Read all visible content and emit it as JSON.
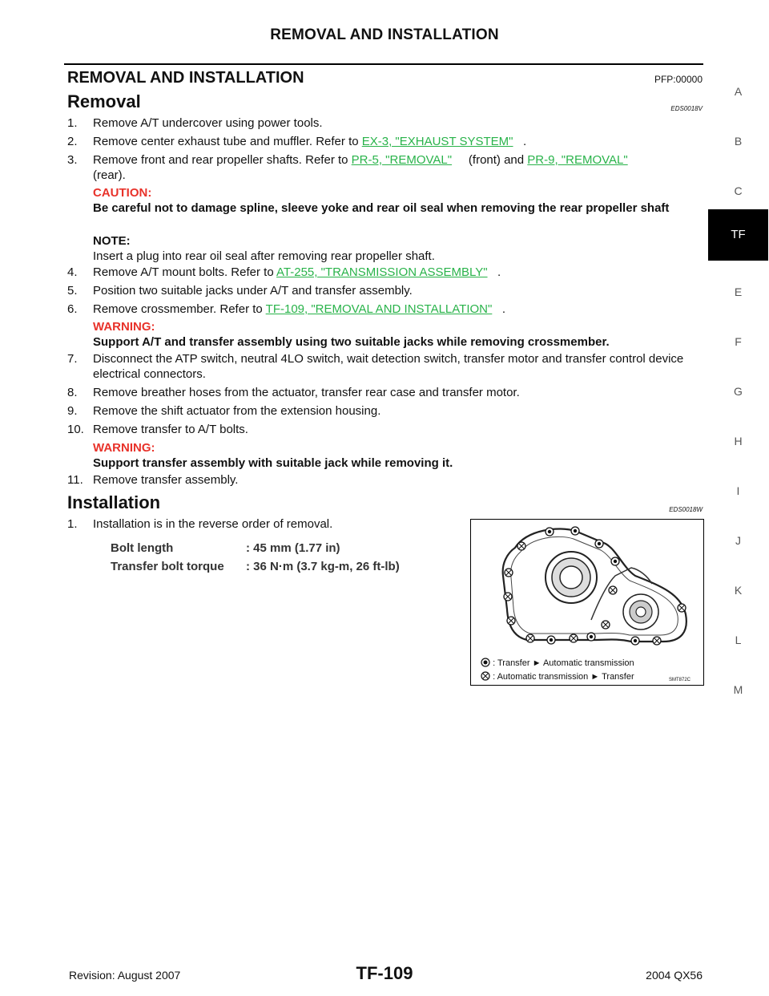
{
  "header": {
    "title": "REMOVAL AND INSTALLATION"
  },
  "section": {
    "title": "REMOVAL AND INSTALLATION",
    "pfp": "PFP:00000"
  },
  "removal": {
    "title": "Removal",
    "code": "EDS0018V",
    "steps": [
      {
        "num": "1.",
        "text": "Remove A/T undercover using power tools."
      },
      {
        "num": "2.",
        "text": "Remove center exhaust tube and muffler. Refer to",
        "link": "EX-3, \"EXHAUST SYSTEM\"",
        "after": "."
      },
      {
        "num": "3.",
        "text": "Remove front and rear propeller shafts. Refer to",
        "link": "PR-5, \"REMOVAL\"",
        "mid": "(front) and",
        "link2": "PR-9, \"REMOVAL\"",
        "after": "(rear)."
      },
      {
        "num": "4.",
        "text": "Remove A/T mount bolts. Refer to",
        "link": "AT-255, \"TRANSMISSION ASSEMBLY\"",
        "after": "."
      },
      {
        "num": "5.",
        "text": "Position two suitable jacks under A/T and transfer assembly."
      },
      {
        "num": "6.",
        "text": "Remove crossmember. Refer to",
        "link": "TF-109, \"REMOVAL AND INSTALLATION\"",
        "after": "."
      },
      {
        "num": "7.",
        "text": "Disconnect the ATP switch, neutral 4LO switch, wait detection switch, transfer motor and transfer control device electrical connectors."
      },
      {
        "num": "8.",
        "text": "Remove breather hoses from the actuator, transfer rear case and transfer motor."
      },
      {
        "num": "9.",
        "text": "Remove the shift actuator from the extension housing."
      },
      {
        "num": "10.",
        "text": "Remove transfer to A/T bolts."
      },
      {
        "num": "11.",
        "text": "Remove transfer assembly."
      }
    ],
    "caution": {
      "label": "CAUTION:",
      "text": "Be careful not to damage spline, sleeve yoke and rear oil seal when removing the rear propeller shaft"
    },
    "note": {
      "label": "NOTE:",
      "text": "Insert a plug into rear oil seal after removing rear propeller shaft."
    },
    "warning1": {
      "label": "WARNING:",
      "text": "Support A/T and transfer assembly using two suitable jacks while removing crossmember."
    },
    "warning2": {
      "label": "WARNING:",
      "text": "Support transfer assembly with suitable jack while removing it."
    }
  },
  "installation": {
    "title": "Installation",
    "code": "EDS0018W",
    "steps": [
      {
        "num": "1.",
        "text": "Installation is in the reverse order of removal."
      }
    ],
    "specs": [
      {
        "label": "Bolt length",
        "value": ": 45 mm (1.77 in)"
      },
      {
        "label": "Transfer bolt torque",
        "value": ": 36 N·m (3.7 kg-m, 26 ft-lb)"
      }
    ]
  },
  "figure": {
    "legend": [
      {
        "icon": "filled-dot-icon",
        "text": ": Transfer",
        "target": "Automatic transmission"
      },
      {
        "icon": "crossed-circle-icon",
        "text": ": Automatic transmission",
        "target": "Transfer"
      }
    ],
    "code": "SMT872C"
  },
  "side_nav": {
    "letters": [
      "A",
      "B",
      "C",
      "E",
      "F",
      "G",
      "H",
      "I",
      "J",
      "K",
      "L",
      "M"
    ],
    "active": "TF"
  },
  "footer": {
    "revision": "Revision: August 2007",
    "page": "TF-109",
    "model": "2004 QX56"
  }
}
